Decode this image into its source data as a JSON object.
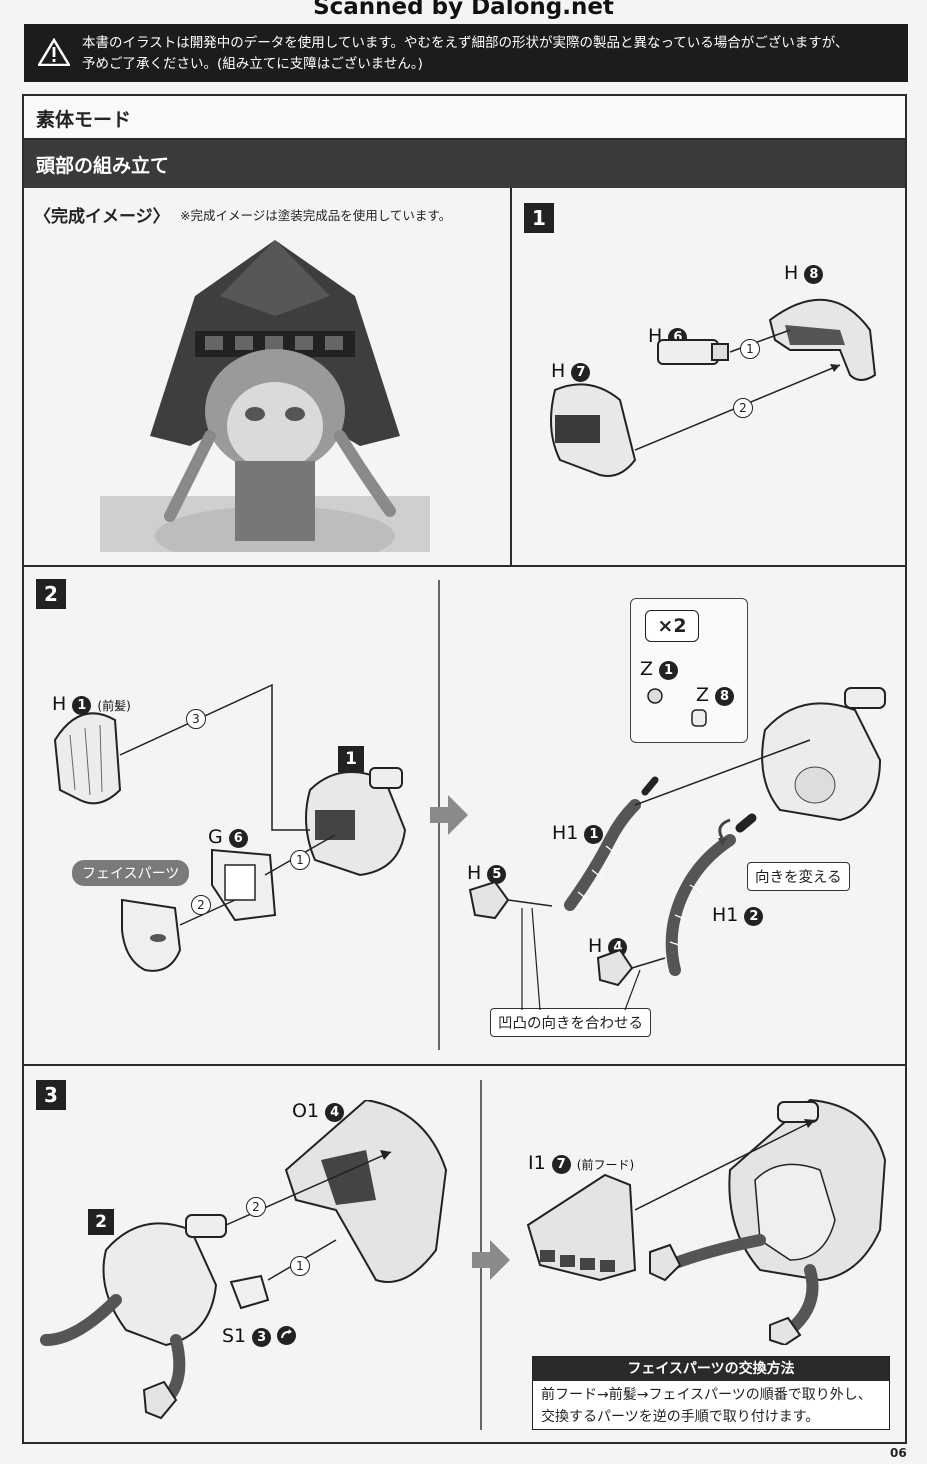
{
  "scan_credit": "Scanned by Dalong.net",
  "warning": {
    "line1": "本書のイラストは開発中のデータを使用しています。やむをえず細部の形状が実際の製品と異なっている場合がございますが、",
    "line2": "予めご了承ください。(組み立てに支障はございません。)"
  },
  "mode_title": "素体モード",
  "section_title": "頭部の組み立て",
  "complete_image": {
    "title": "〈完成イメージ〉",
    "note": "※完成イメージは塗装完成品を使用しています。"
  },
  "step1": {
    "number": "1",
    "parts": [
      {
        "letter": "H",
        "num": "8"
      },
      {
        "letter": "H",
        "num": "6"
      },
      {
        "letter": "H",
        "num": "7"
      }
    ],
    "order": [
      "1",
      "2"
    ]
  },
  "step2": {
    "number": "2",
    "left": {
      "part_front_hair": {
        "letter": "H",
        "num": "1",
        "note": "(前髪)"
      },
      "part_g": {
        "letter": "G",
        "num": "6"
      },
      "face_parts_label": "フェイスパーツ",
      "sub_ref": "1",
      "order": [
        "1",
        "2",
        "3"
      ]
    },
    "right": {
      "times": "×2",
      "z1": {
        "letter": "Z",
        "num": "1"
      },
      "z8": {
        "letter": "Z",
        "num": "8"
      },
      "h1_1": {
        "letter": "H1",
        "num": "1"
      },
      "h5": {
        "letter": "H",
        "num": "5"
      },
      "h4": {
        "letter": "H",
        "num": "4"
      },
      "h1_2": {
        "letter": "H1",
        "num": "2"
      },
      "turn_label": "向きを変える",
      "align_label": "凹凸の向きを合わせる"
    }
  },
  "step3": {
    "number": "3",
    "o1": {
      "letter": "O1",
      "num": "4"
    },
    "sub_ref": "2",
    "s1": {
      "letter": "S1",
      "num": "3"
    },
    "i1": {
      "letter": "I1",
      "num": "7",
      "note": "(前フード)"
    },
    "order": [
      "1",
      "2"
    ]
  },
  "tip": {
    "title": "フェイスパーツの交換方法",
    "line1": "前フード→前髪→フェイスパーツの順番で取り外し、",
    "line2": "交換するパーツを逆の手順で取り付けます。"
  },
  "page_number": "06"
}
